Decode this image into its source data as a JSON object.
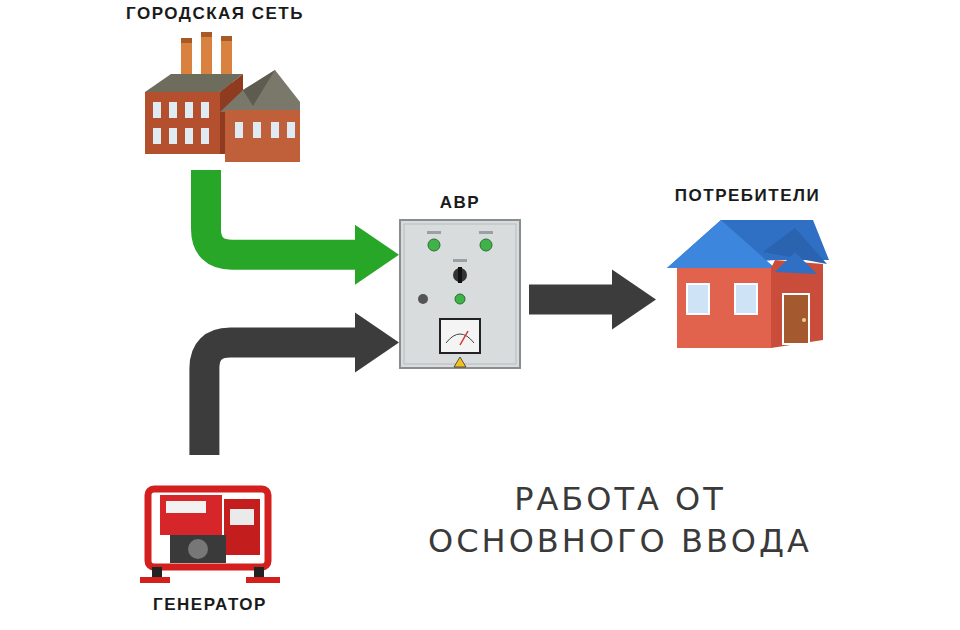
{
  "diagram": {
    "caption": "РАБОТА ОТ ОСНОВНОГО ВВОДА",
    "nodes": [
      {
        "text": [
          "ГОРОДСКАЯ СЕТЬ"
        ]
      },
      {
        "text": [
          "АВР"
        ]
      },
      {
        "text": [
          "ПОТРЕБИТЕЛИ"
        ]
      },
      {
        "text": [
          "ГЕНЕРАТОР"
        ]
      }
    ],
    "edges": [
      {
        "from": 0,
        "to": 1,
        "arrow": "to"
      },
      {
        "from": 3,
        "to": 1,
        "arrow": "to"
      },
      {
        "from": 1,
        "to": 2,
        "arrow": "to"
      }
    ]
  }
}
